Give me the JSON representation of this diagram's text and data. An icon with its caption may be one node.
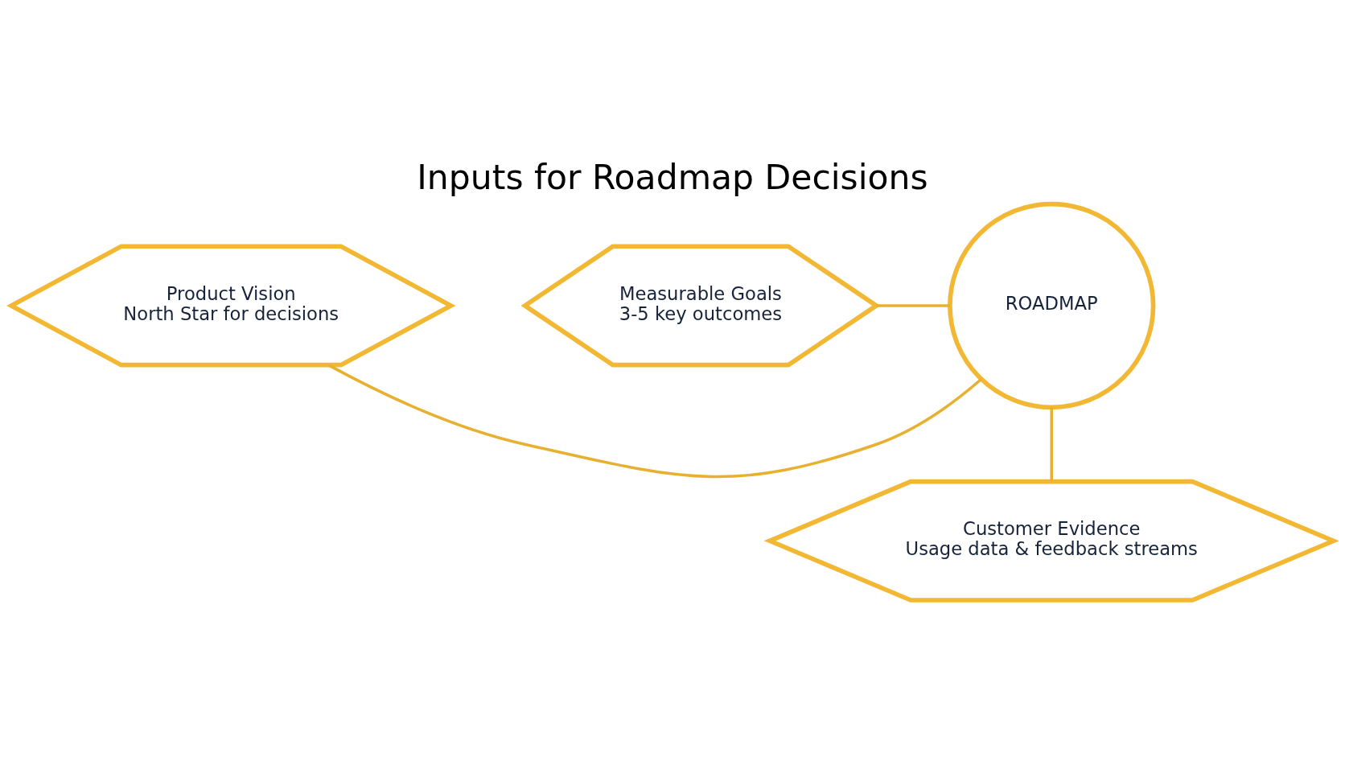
{
  "diagram": {
    "title": "Inputs for Roadmap Decisions",
    "nodes": [
      {
        "text": [
          "Product Vision",
          "North Star for decisions"
        ]
      },
      {
        "text": [
          "ROADMAP"
        ]
      },
      {
        "text": [
          "Measurable Goals",
          "3-5 key outcomes"
        ]
      },
      {
        "text": [
          "Customer Evidence",
          "Usage data & feedback streams"
        ]
      }
    ],
    "edges": [
      {
        "from": 0,
        "to": 1,
        "arrow": "none"
      },
      {
        "from": 2,
        "to": 1,
        "arrow": "none"
      },
      {
        "from": 3,
        "to": 1,
        "arrow": "none"
      }
    ]
  }
}
